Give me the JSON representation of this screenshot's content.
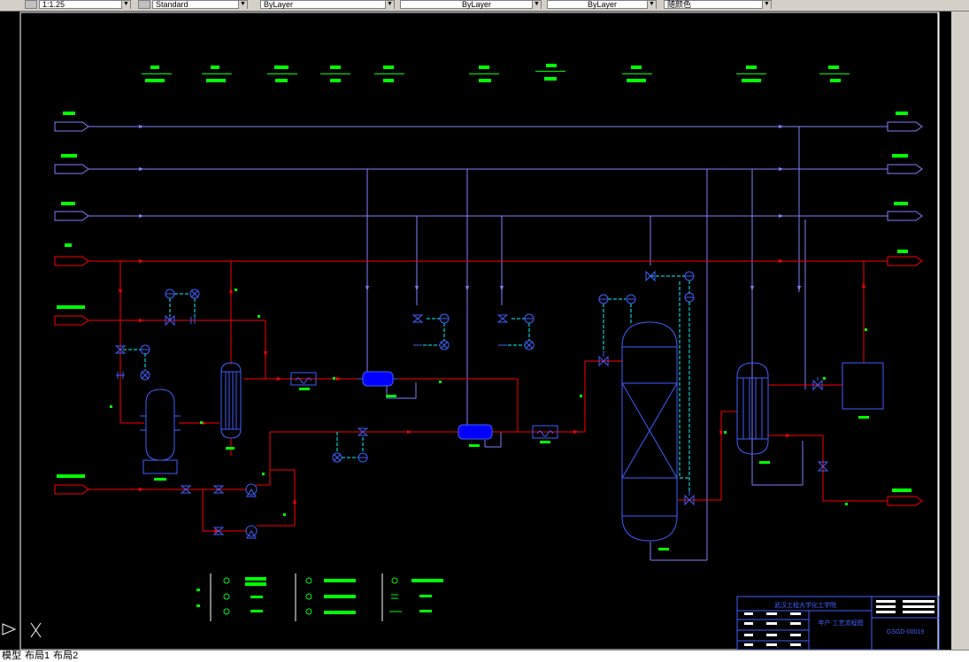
{
  "toolbar": {
    "scale_combo": "1:1.25",
    "textstyle_combo": "Standard",
    "layer_combo": "ByLayer",
    "linetype_combo": "ByLayer",
    "lineweight_combo": "ByLayer",
    "plotstyle_combo": "随颜色"
  },
  "title_block": {
    "school": "武汉工程大学化工学院",
    "drawing_title": "年产 工艺流程图",
    "drawing_no": "GSGD-00019"
  },
  "tabs": {
    "model": "模型",
    "layout1": "布局1",
    "layout2": "布局2"
  },
  "colors": {
    "canvas": "#000000",
    "process_line": "#ff0000",
    "utility_line": "#8080ff",
    "instrument_line": "#00ffff",
    "equipment": "#4060ff",
    "label": "#00ff00"
  }
}
